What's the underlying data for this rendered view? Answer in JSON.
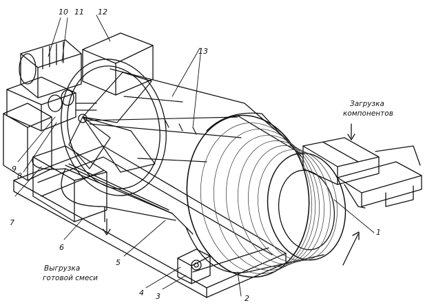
{
  "diagram": {
    "part_numbers": [
      "1",
      "2",
      "3",
      "4",
      "5",
      "6",
      "7",
      "8",
      "9",
      "10",
      "11",
      "12",
      "13"
    ],
    "loading_caption": [
      "Загрузка",
      "компонентов"
    ],
    "unloading_caption": [
      "Выгрузка",
      "готовой смеси"
    ]
  },
  "colors": {
    "ink": "#111111",
    "paper": "#ffffff",
    "shade": "#444444"
  }
}
